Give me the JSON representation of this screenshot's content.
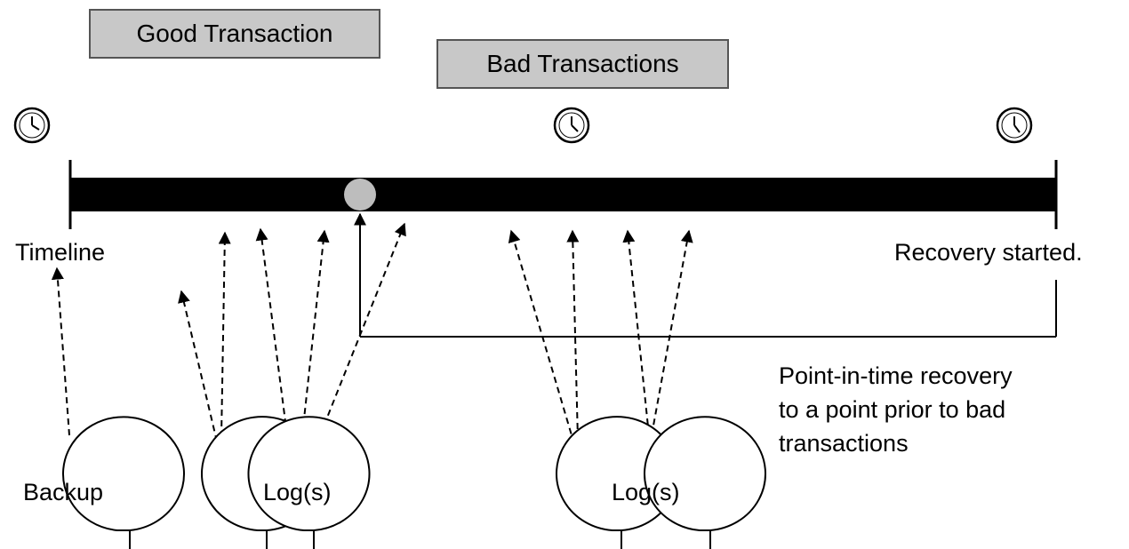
{
  "labels": {
    "good_transaction": "Good Transaction",
    "bad_transactions": "Bad Transactions",
    "timeline": "Timeline",
    "recovery_started": "Recovery started.",
    "pitr_line1": "Point-in-time recovery",
    "pitr_line2": "to a point prior to bad",
    "pitr_line3": "transactions",
    "backup": "Backup",
    "logs_left": "Log(s)",
    "logs_right": "Log(s)"
  },
  "colors": {
    "label_box_fill": "#c8c8c8",
    "timeline_bar": "#000000",
    "recovery_point_marker": "#bdbdbd"
  },
  "icons": [
    "clock-icon",
    "clock-icon",
    "clock-icon"
  ]
}
